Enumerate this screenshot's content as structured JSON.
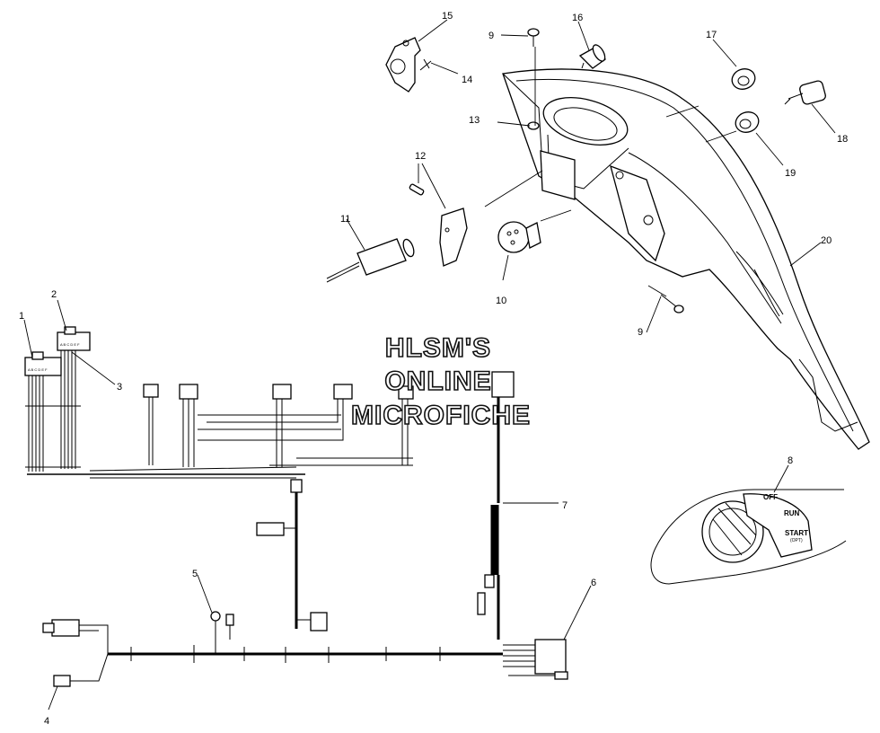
{
  "watermark": {
    "line1": "HLSM'S",
    "line2": "ONLINE",
    "line3": "MICROFICHE"
  },
  "callouts": [
    "1",
    "2",
    "3",
    "4",
    "5",
    "6",
    "7",
    "8",
    "9",
    "9",
    "10",
    "11",
    "12",
    "13",
    "14",
    "15",
    "16",
    "17",
    "18",
    "19",
    "20"
  ],
  "ignition_switch": {
    "off": "OFF",
    "run": "RUN",
    "start": "START",
    "start_sub": "(OPT)"
  },
  "connector_letters": "A B C D E F",
  "colors": {
    "ink": "#000000",
    "paper": "#ffffff"
  }
}
